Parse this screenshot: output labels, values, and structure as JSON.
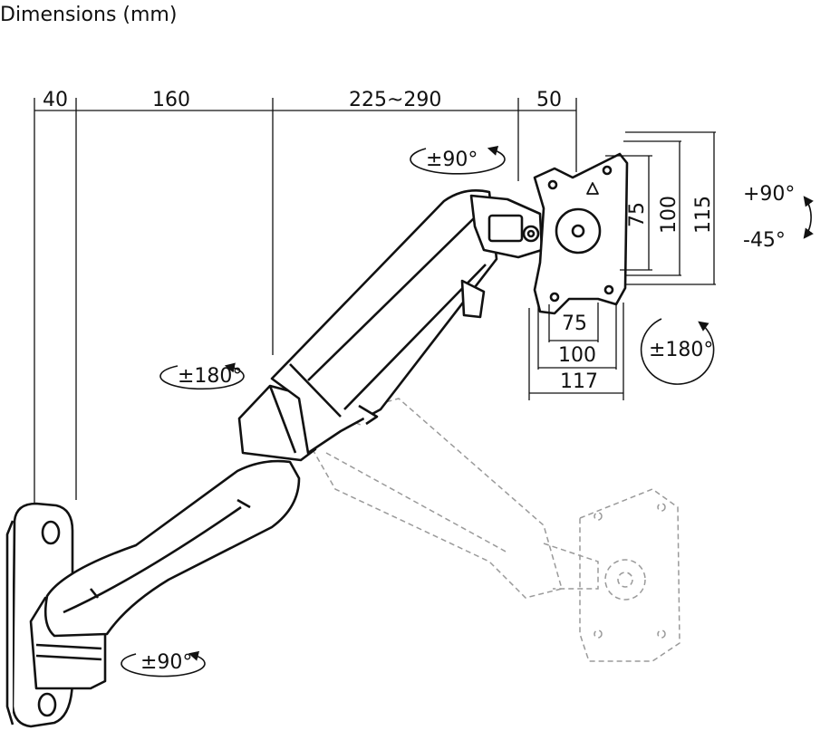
{
  "title": "Dimensions (mm)",
  "top_dimensions": [
    "40",
    "160",
    "225~290",
    "50"
  ],
  "plate_dimensions": {
    "height_inner": "75",
    "height_mid": "100",
    "height_outer": "115",
    "width_inner": "75",
    "width_mid": "100",
    "width_outer": "117"
  },
  "rotations": {
    "head_swivel": "±90°",
    "tilt_up": "+90°",
    "tilt_down": "-45°",
    "plate_rotation": "±180°",
    "elbow_swivel": "±180°",
    "wall_swivel": "±90°"
  }
}
